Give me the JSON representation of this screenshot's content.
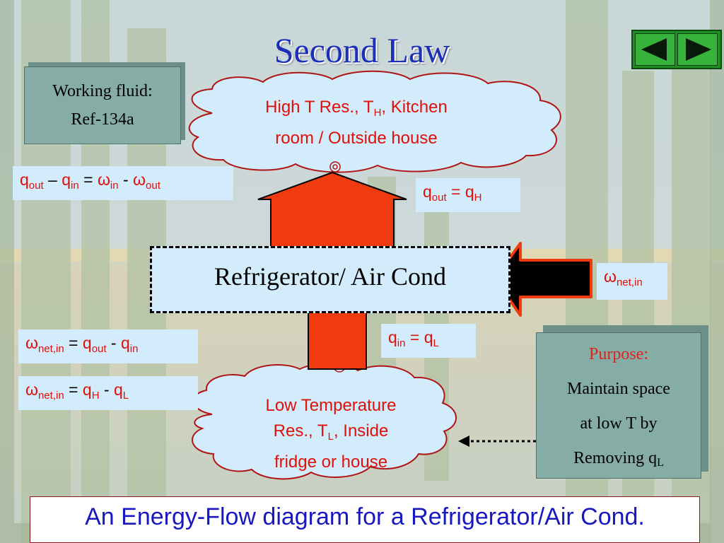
{
  "title": "Second Law",
  "nav": {
    "prev_icon": "triangle-left-icon",
    "next_icon": "triangle-right-icon"
  },
  "working_fluid": {
    "line1": "Working fluid:",
    "line2": "Ref-134a"
  },
  "high_res": {
    "pre": "High T Res., T",
    "sub": "H",
    "post": ", Kitchen",
    "line2": "room / Outside house"
  },
  "low_res": {
    "line1": "Low Temperature",
    "line2_pre": "Res., T",
    "line2_sub": "L",
    "line2_post": ", Inside",
    "line3": "fridge or house"
  },
  "device_label": "Refrigerator/ Air Cond",
  "eq_balance": {
    "q": "q",
    "out": "out",
    "dash": " – ",
    "q2": "q",
    "in": "in",
    "eq": " = ",
    "w": "ω",
    "win": "in",
    "minus": " - ",
    "w2": "ω",
    "wout": "out"
  },
  "eq_qout": {
    "q": "q",
    "out": "out",
    "eq": " = q",
    "H": "H"
  },
  "eq_qin": {
    "q": "q",
    "in": "in",
    "eq": " = q",
    "L": "L"
  },
  "eq_wnet_label": {
    "w": "ω",
    "sub": "net,in"
  },
  "eq_wnet1": {
    "w": "ω",
    "sub": "net,in",
    "eq": " = ",
    "q": "q",
    "out": "out",
    "minus": " - ",
    "q2": "q",
    "in": "in"
  },
  "eq_wnet2": {
    "w": "ω",
    "sub": "net,in",
    "eq": " = ",
    "q": "q",
    "H": "H",
    "minus": " - ",
    "q2": "q",
    "L": "L"
  },
  "purpose": {
    "heading": "Purpose:",
    "line1": "Maintain space",
    "line2": "at low T by",
    "line3_pre": "Removing q",
    "line3_sub": "L"
  },
  "caption": "An Energy-Flow diagram for a Refrigerator/Air Cond.",
  "colors": {
    "title": "#1c2fb8",
    "equation_text": "#e0100a",
    "arrow_red": "#f03a10",
    "cloud": "#d2ecfb",
    "caption": "#1818c0"
  }
}
